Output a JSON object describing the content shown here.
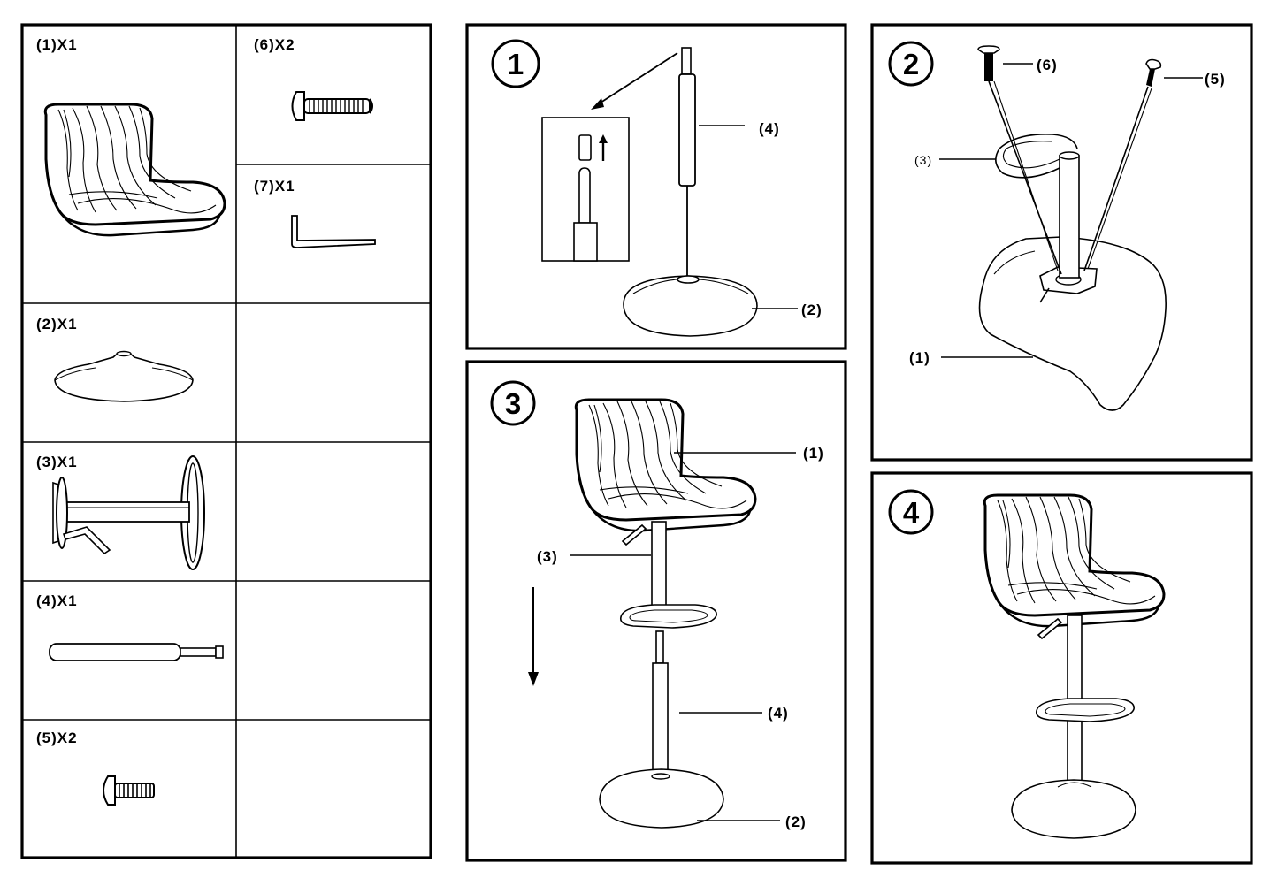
{
  "parts_list": [
    {
      "label": "(1)X1"
    },
    {
      "label": "(6)X2"
    },
    {
      "label": "(7)X1"
    },
    {
      "label": "(2)X1"
    },
    {
      "label": "(3)X1"
    },
    {
      "label": "(4)X1"
    },
    {
      "label": "(5)X2"
    }
  ],
  "steps": [
    {
      "number": "1",
      "callouts": [
        "(4)",
        "(2)"
      ]
    },
    {
      "number": "2",
      "callouts": [
        "(6)",
        "(5)",
        "(3)",
        "(1)"
      ]
    },
    {
      "number": "3",
      "callouts": [
        "(1)",
        "(3)",
        "(4)",
        "(2)"
      ]
    },
    {
      "number": "4",
      "callouts": []
    }
  ]
}
